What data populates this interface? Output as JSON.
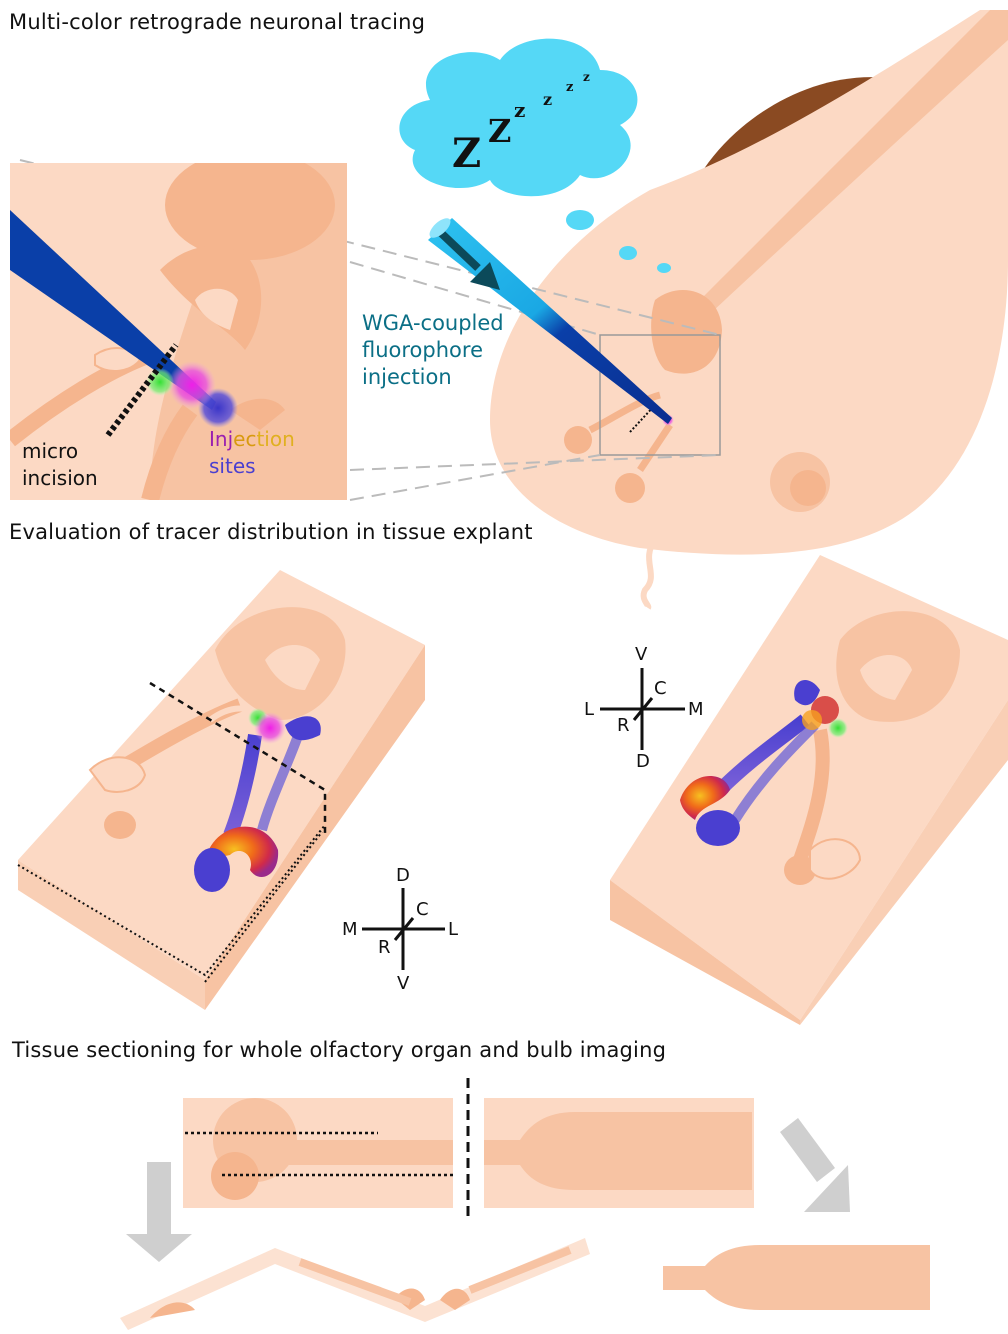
{
  "sections": {
    "tracing_title": "Multi-color retrograde neuronal tracing",
    "evaluation_title": "Evaluation of tracer distribution in tissue explant",
    "sectioning_title": "Tissue sectioning for whole olfactory organ and bulb imaging"
  },
  "inset_labels": {
    "incision_line1": "micro",
    "incision_line2": "incision",
    "injection_part1": "Inj",
    "injection_part2": "ec",
    "injection_part3": "tion",
    "sites": "sites"
  },
  "injection_label": {
    "line1": "WGA-coupled",
    "line2": "fluorophore",
    "line3": "injection"
  },
  "sleep": {
    "z1": "Z",
    "z2": "Z",
    "z3": "z",
    "z4": "z",
    "z5": "z",
    "z6": "z"
  },
  "compass_right": {
    "top": "V",
    "bottom": "D",
    "left": "L",
    "right": "M",
    "c": "C",
    "r": "R"
  },
  "compass_left": {
    "top": "D",
    "bottom": "V",
    "left": "M",
    "right": "L",
    "c": "C",
    "r": "R"
  },
  "colors": {
    "skin": "#fcd9c4",
    "tissue": "#f7c3a3",
    "structure": "#f5b58e",
    "cloud": "#55d8f6",
    "needle_dark": "#0a3fa8",
    "needle_light": "#2bb6e8",
    "label_cyan": "#0b6f86",
    "injection_magenta": "#e81ee0",
    "injection_blue": "#4a3fd0",
    "injection_green": "#3ddc3a",
    "injection_orange": "#f06a1a",
    "ear": "#8a4a22",
    "arrow_gray": "#cfcfcf"
  },
  "icons": [
    "sleep-cloud-icon",
    "injection-needle-icon",
    "down-arrow-icon",
    "diagonal-arrow-icon"
  ]
}
